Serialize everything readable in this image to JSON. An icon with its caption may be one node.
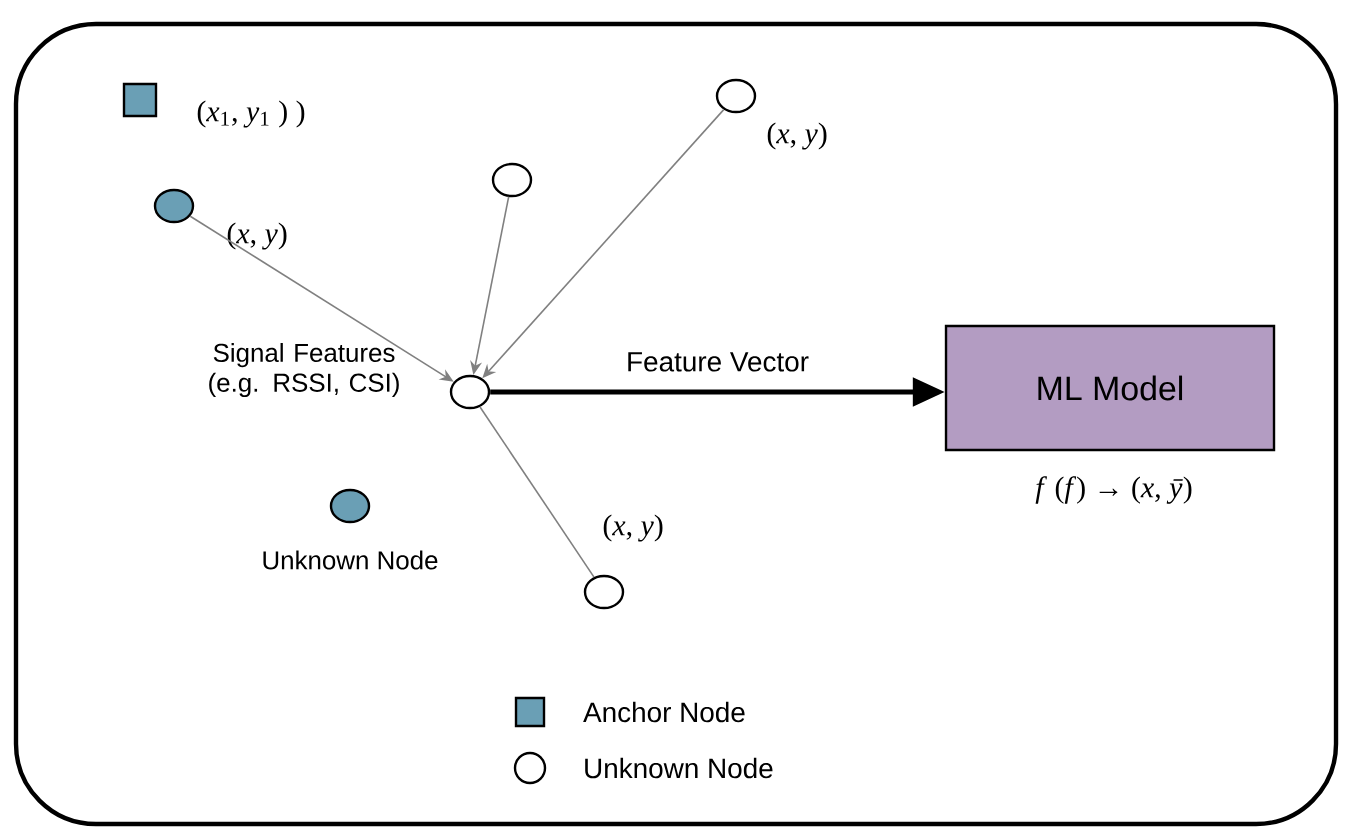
{
  "diagram": {
    "nodes": [
      {
        "text": [],
        "shape": "box",
        "beside": [
          "(*x*$_{1}$, *y*$_{1}$ ) )"
        ]
      },
      {
        "text": [],
        "shape": "circle",
        "beside": [
          "(*x*, *y*)"
        ]
      },
      {
        "text": [],
        "shape": "circle"
      },
      {
        "text": [],
        "shape": "circle",
        "beside": [
          "(*x*, *y*)"
        ]
      },
      {
        "text": [],
        "shape": "circle",
        "beside": [
          "Signal Features (e.g. RSSI, CSI)"
        ]
      },
      {
        "text": [],
        "shape": "circle",
        "beside": [
          "(*x*, *y*)"
        ]
      },
      {
        "text": [],
        "shape": "circle",
        "beside": [
          "Unknown Node"
        ]
      },
      {
        "text": [
          "ML Model"
        ],
        "beside": [
          "*f* (*f*) → (*x*, *ȳ*)"
        ]
      }
    ],
    "edges": [
      {
        "from": 1,
        "to": 4,
        "arrow": "to"
      },
      {
        "from": 2,
        "to": 4,
        "arrow": "to"
      },
      {
        "from": 3,
        "to": 4,
        "arrow": "to"
      },
      {
        "from": 4,
        "to": 5,
        "arrow": "none"
      },
      {
        "from": 4,
        "to": 7,
        "arrow": "to",
        "label": "Feature Vector",
        "style": "thick",
        "color": "#000000"
      }
    ],
    "legend": [
      {
        "text": "Anchor Node"
      },
      {
        "text": "Unknown Node"
      }
    ]
  }
}
